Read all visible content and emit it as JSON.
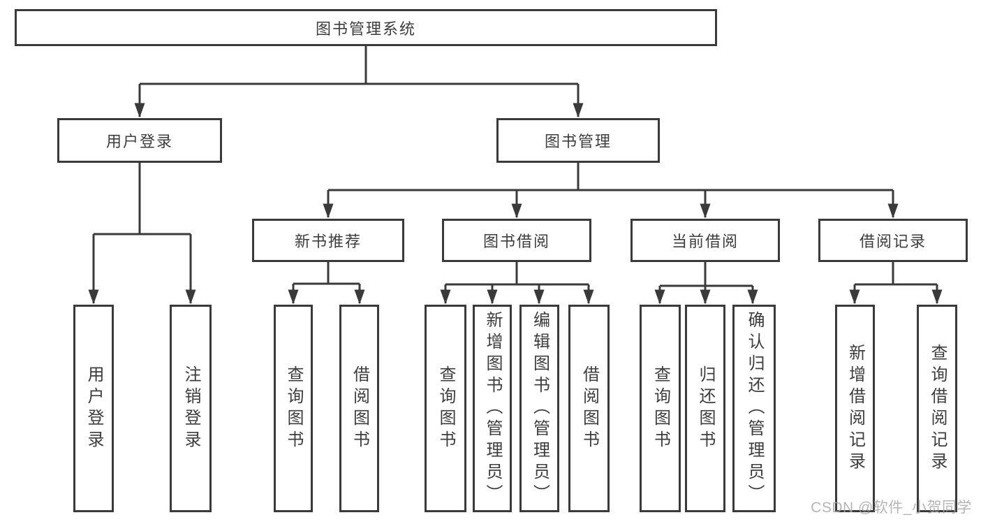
{
  "colors": {
    "line": "#3a3a3a",
    "text": "#3d3d3d",
    "watermark": "#a8a8a8",
    "background": "#ffffff"
  },
  "watermark": "CSDN @软件_小贺同学",
  "tree": {
    "root": "图书管理系统",
    "branches": [
      {
        "label": "用户登录",
        "children": [
          {
            "label": "用户登录"
          },
          {
            "label": "注销登录"
          }
        ]
      },
      {
        "label": "图书管理",
        "children": [
          {
            "label": "新书推荐",
            "children": [
              {
                "label": "查询图书"
              },
              {
                "label": "借阅图书"
              }
            ]
          },
          {
            "label": "图书借阅",
            "children": [
              {
                "label": "查询图书"
              },
              {
                "label": "新增图书（管理员）"
              },
              {
                "label": "编辑图书（管理员）"
              },
              {
                "label": "借阅图书"
              }
            ]
          },
          {
            "label": "当前借阅",
            "children": [
              {
                "label": "查询图书"
              },
              {
                "label": "归还图书"
              },
              {
                "label": "确认归还（管理员）"
              }
            ]
          },
          {
            "label": "借阅记录",
            "children": [
              {
                "label": "新增借阅记录"
              },
              {
                "label": "查询借阅记录"
              }
            ]
          }
        ]
      }
    ]
  }
}
